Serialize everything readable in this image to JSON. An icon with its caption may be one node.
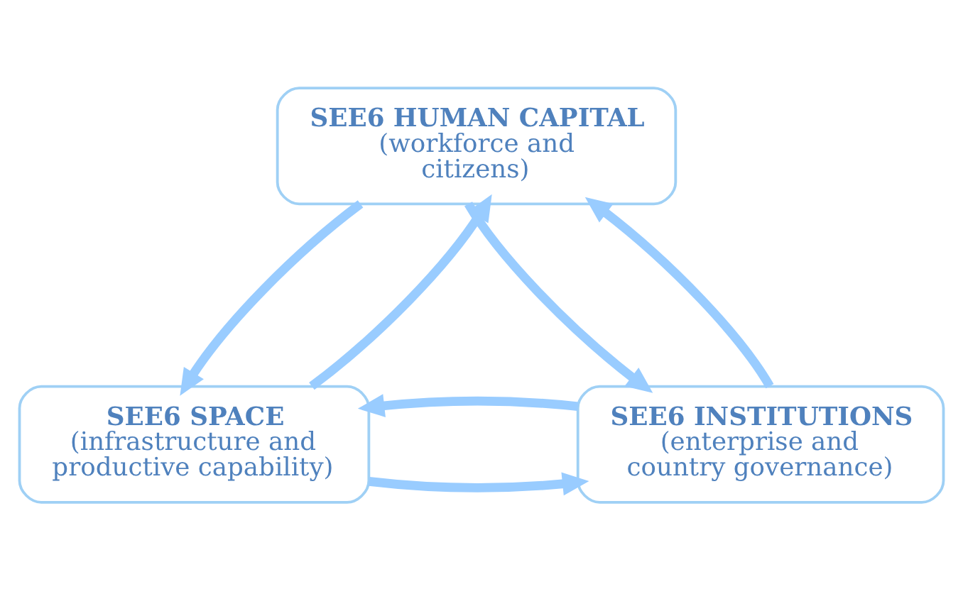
{
  "diagram": {
    "nodes": [
      {
        "text": [
          "SEE6 HUMAN CAPITAL",
          "(workforce and citizens)"
        ]
      },
      {
        "text": [
          "SEE6 SPACE",
          "(infrastructure and productive capability)"
        ]
      },
      {
        "text": [
          "SEE6 INSTITUTIONS",
          "(enterprise and country governance)"
        ]
      }
    ],
    "edges": [
      {
        "from": 0,
        "to": 1,
        "arrow": "to"
      },
      {
        "from": 1,
        "to": 0,
        "arrow": "to"
      },
      {
        "from": 2,
        "to": 0,
        "arrow": "to"
      },
      {
        "from": 0,
        "to": 2,
        "arrow": "to"
      },
      {
        "from": 1,
        "to": 2,
        "arrow": "to"
      },
      {
        "from": 2,
        "to": 1,
        "arrow": "to"
      }
    ]
  }
}
